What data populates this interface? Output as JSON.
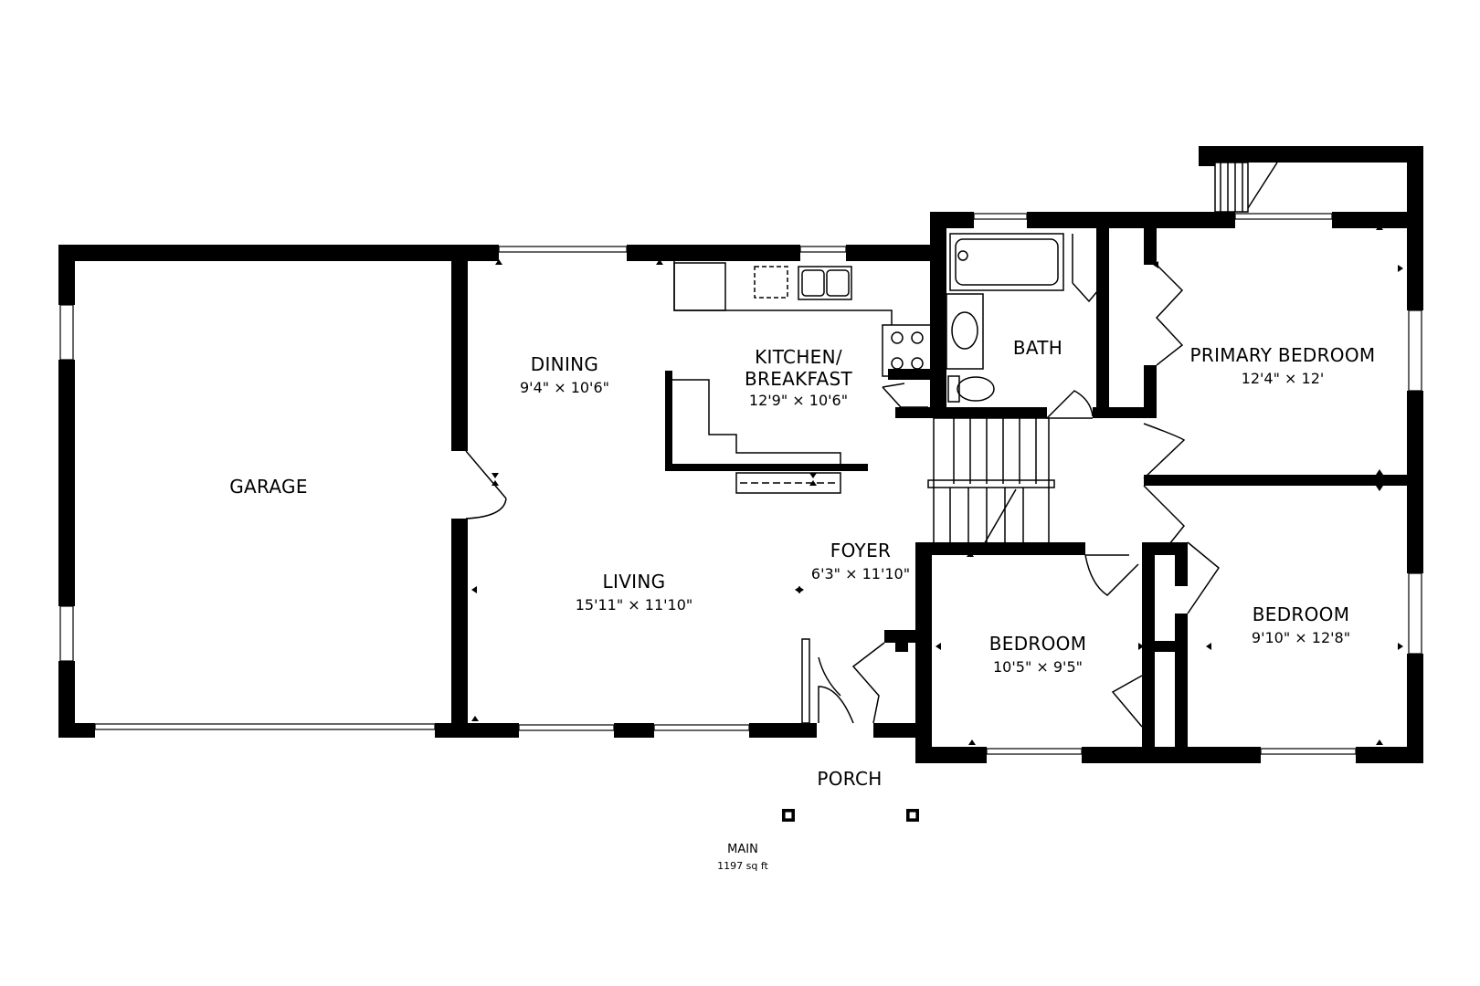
{
  "rooms": [
    {
      "name": "GARAGE",
      "dims": ""
    },
    {
      "name": "DINING",
      "dims": "9'4\" × 10'6\""
    },
    {
      "name_line1": "KITCHEN/",
      "name_line2": "BREAKFAST",
      "dims": "12'9\" × 10'6\""
    },
    {
      "name": "BATH",
      "dims": ""
    },
    {
      "name": "PRIMARY BEDROOM",
      "dims": "12'4\" × 12'"
    },
    {
      "name": "FOYER",
      "dims": "6'3\" × 11'10\""
    },
    {
      "name": "LIVING",
      "dims": "15'11\" × 11'10\""
    },
    {
      "name": "BEDROOM",
      "dims": "10'5\" × 9'5\""
    },
    {
      "name": "BEDROOM",
      "dims": "9'10\" × 12'8\""
    },
    {
      "name": "PORCH",
      "dims": ""
    }
  ],
  "floor": {
    "name": "MAIN",
    "area": "1197 sq ft"
  },
  "colors": {
    "wall": "#000000",
    "background": "#ffffff"
  }
}
